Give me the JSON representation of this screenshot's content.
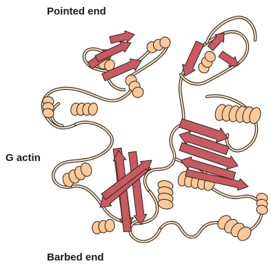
{
  "labels": {
    "pointed_end": "Pointed end",
    "molecule": "G actin",
    "barbed_end": "Barbed end"
  },
  "colors": {
    "helix": "#fcc99a",
    "sheet": "#c85a64",
    "outline": "#3a2a1e",
    "coil": "#f1ddc5"
  }
}
